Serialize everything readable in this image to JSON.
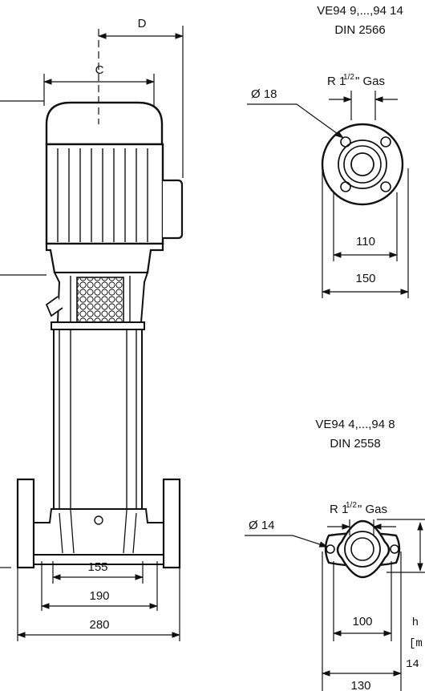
{
  "flange_top": {
    "model": "VE94 9,...,94 14",
    "standard": "DIN 2566",
    "thread_label": "R 1",
    "thread_fraction": "1/2",
    "thread_suffix": "\" Gas",
    "hole_diameter": "Ø 18",
    "bolt_circle": "110",
    "outer_width": "150"
  },
  "flange_bottom": {
    "model": "VE94 4,...,94 8",
    "standard": "DIN 2558",
    "thread_label": "R 1",
    "thread_fraction": "1/2",
    "thread_suffix": "\" Gas",
    "hole_diameter": "Ø 14",
    "bolt_spacing": "100",
    "outer_width": "130",
    "side_label_1": "h",
    "side_label_2": "[m",
    "side_label_3": "14"
  },
  "pump": {
    "dim_c": "C",
    "dim_d": "D",
    "base_155": "155",
    "base_190": "190",
    "base_280": "280"
  }
}
